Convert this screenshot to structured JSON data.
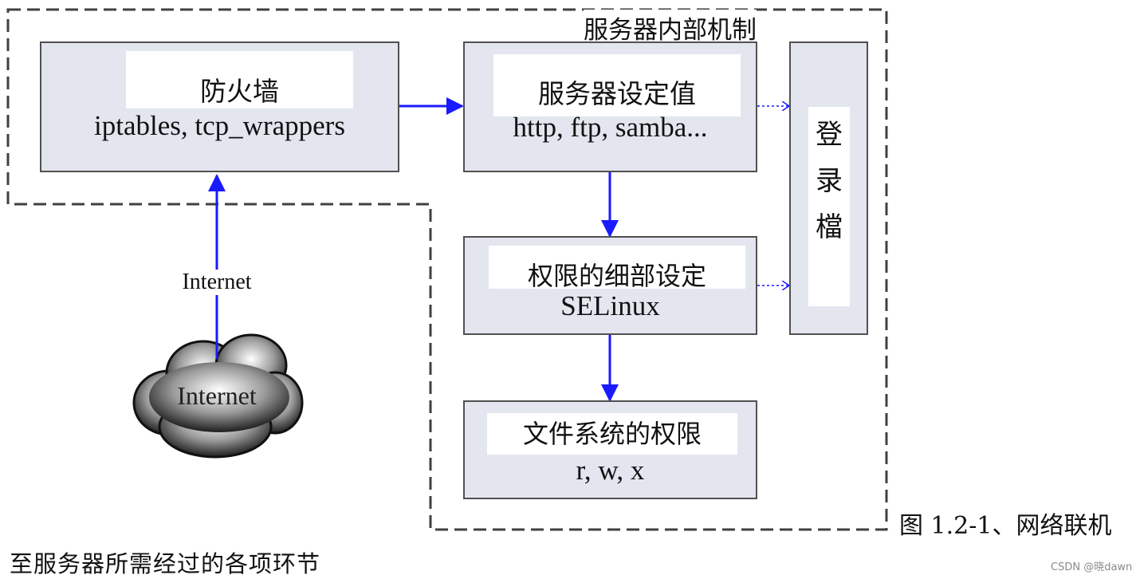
{
  "diagram": {
    "region_title": "服务器内部机制",
    "firewall": {
      "title": "防火墙",
      "detail": "iptables, tcp_wrappers"
    },
    "service_settings": {
      "title": "服务器设定值",
      "detail": "http, ftp, samba..."
    },
    "permissions": {
      "title": "权限的细部设定",
      "detail": "SELinux"
    },
    "filesystem": {
      "title": "文件系统的权限",
      "detail": "r, w, x"
    },
    "logfile": {
      "title": "登录檔",
      "chars": [
        "登",
        "录",
        "檔"
      ]
    },
    "internet_label": "Internet",
    "cloud_label": "Internet",
    "colors": {
      "arrow": "#1a1aff",
      "box_fill": "#e3e6ef",
      "box_border": "#505050",
      "dash": "#404040"
    }
  },
  "caption": {
    "line1": "图 1.2-1、网络联机",
    "line2": "至服务器所需经过的各项环节"
  },
  "watermark": "CSDN @晓dawn"
}
